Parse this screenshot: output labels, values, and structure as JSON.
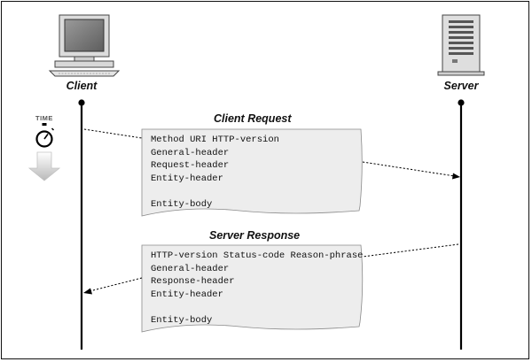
{
  "client": {
    "label": "Client"
  },
  "server": {
    "label": "Server"
  },
  "time": {
    "label": "TIME"
  },
  "request": {
    "title": "Client Request",
    "lines": [
      "Method URI HTTP-version",
      "General-header",
      "Request-header",
      "Entity-header",
      "",
      "Entity-body"
    ]
  },
  "response": {
    "title": "Server Response",
    "lines": [
      "HTTP-version Status-code Reason-phrase",
      "General-header",
      "Response-header",
      "Entity-header",
      "",
      "Entity-body"
    ]
  }
}
